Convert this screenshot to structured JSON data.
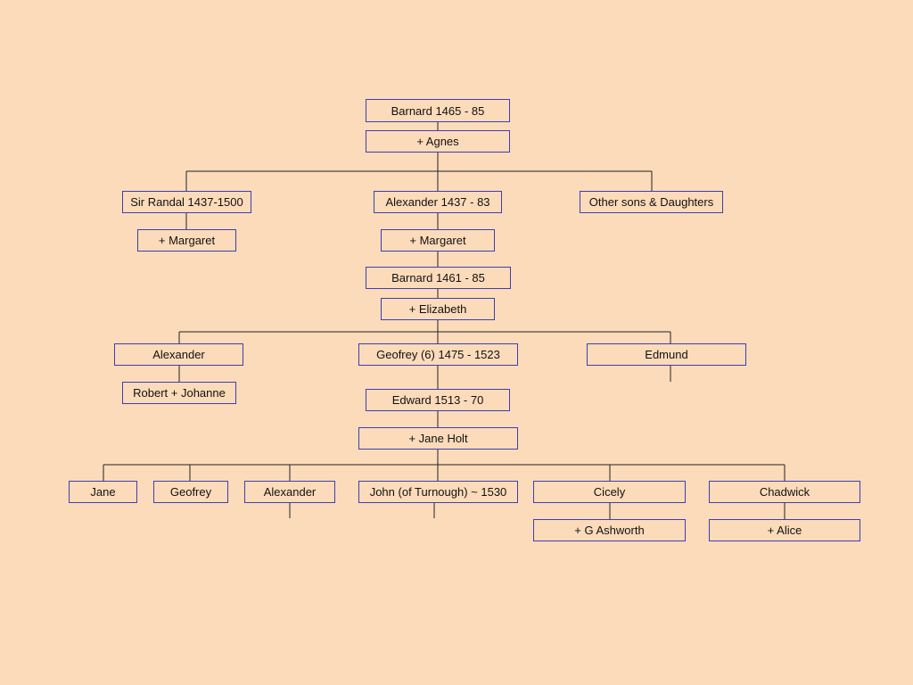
{
  "colors": {
    "background": "#fcdbba",
    "box_border": "#3f3fb0",
    "line": "#222222",
    "text": "#111111"
  },
  "people": {
    "barnard_1465": "Barnard 1465 - 85",
    "agnes": "+ Agnes",
    "sir_randal": "Sir Randal 1437-1500",
    "alexander_1437": "Alexander 1437 - 83",
    "other_sons": "Other sons & Daughters",
    "margaret_1": "+ Margaret",
    "margaret_2": "+ Margaret",
    "barnard_1461": "Barnard 1461 - 85",
    "elizabeth": "+ Elizabeth",
    "alexander_2": "Alexander",
    "geofrey_1475": "Geofrey (6) 1475 - 1523",
    "edmund": "Edmund",
    "robert_johanne": "Robert + Johanne",
    "edward_1513": "Edward 1513 - 70",
    "jane_holt": "+ Jane Holt",
    "jane": "Jane",
    "geofrey": "Geofrey",
    "alexander_3": "Alexander",
    "john_turnough": "John (of Turnough) ~ 1530",
    "cicely": "Cicely",
    "chadwick": "Chadwick",
    "g_ashworth": "+ G Ashworth",
    "alice": "+ Alice"
  }
}
